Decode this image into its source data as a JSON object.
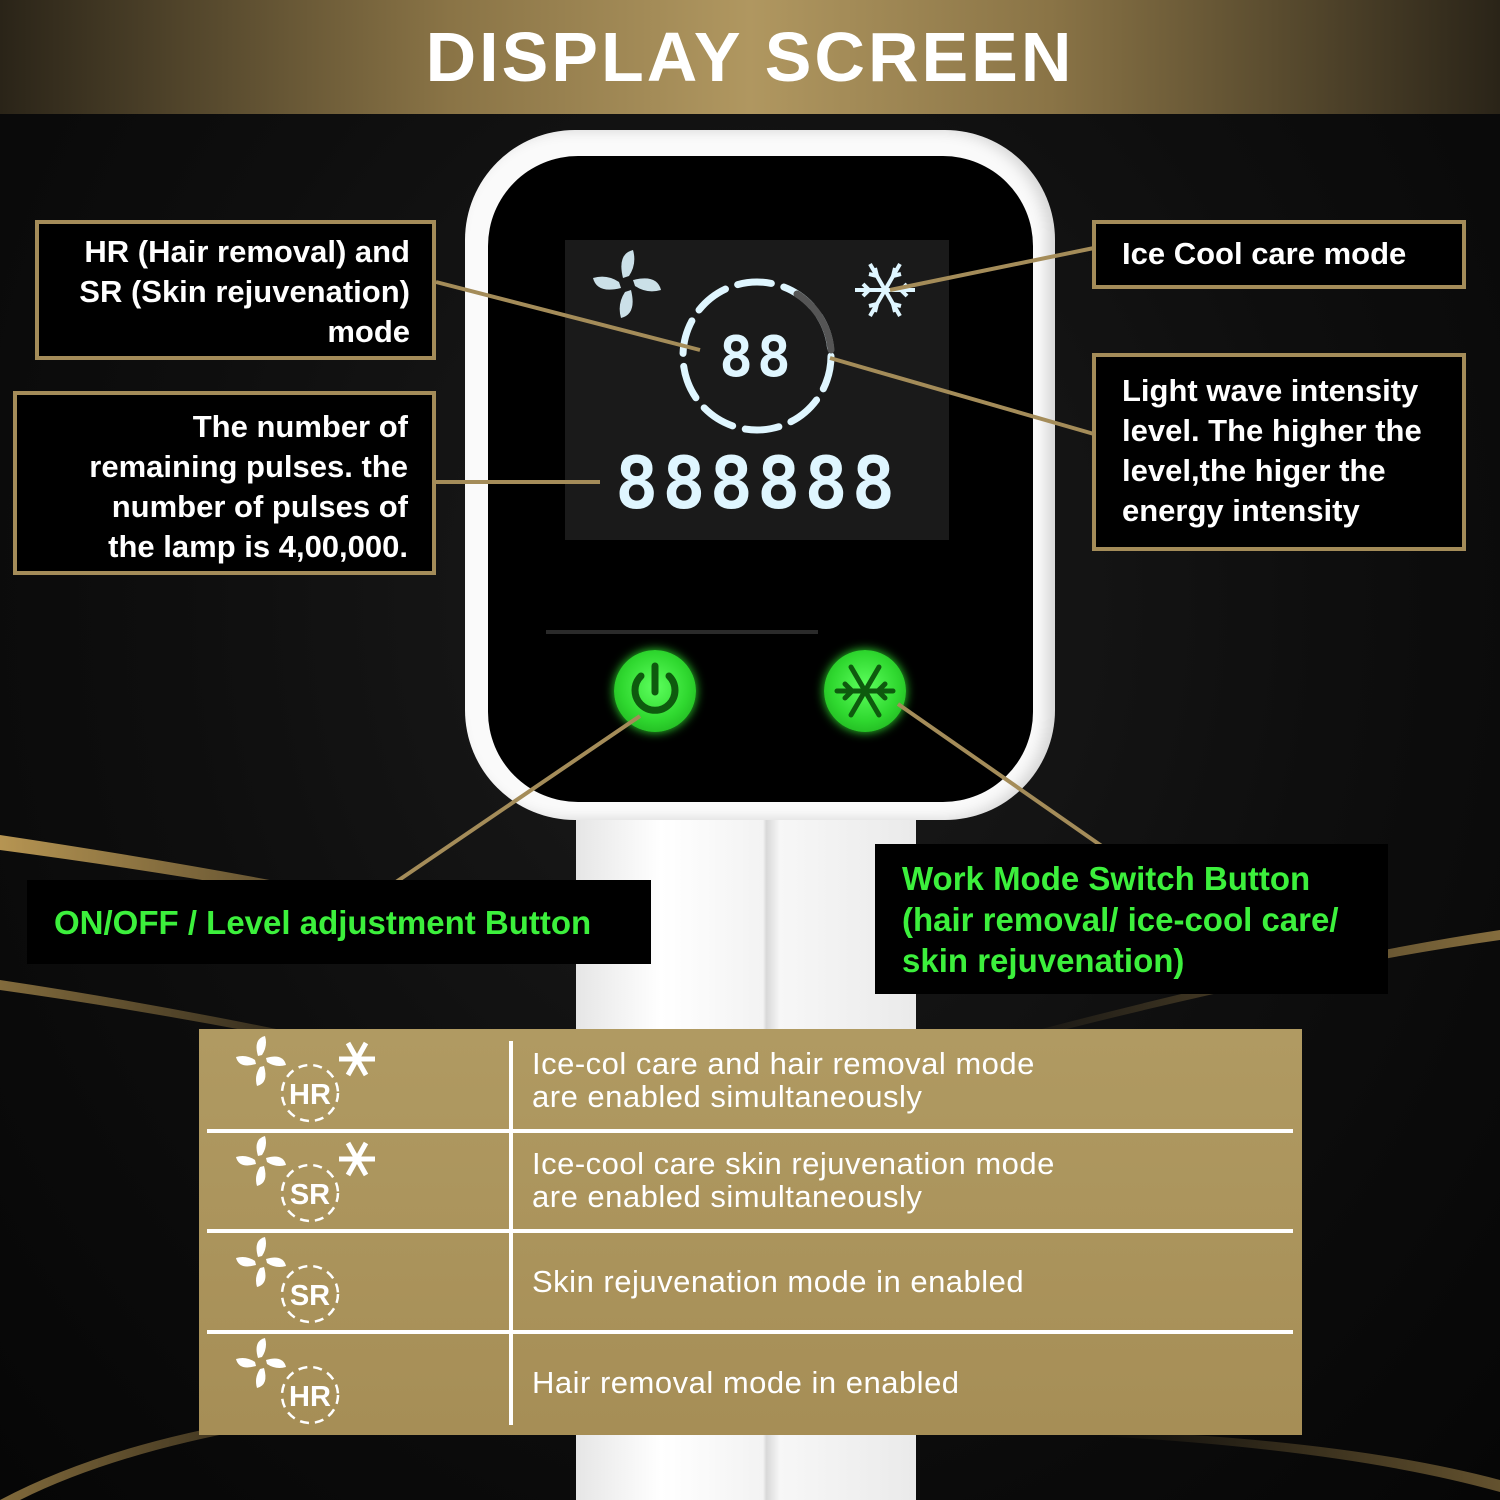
{
  "header": {
    "title": "DISPLAY SCREEN"
  },
  "callouts": {
    "hr_sr_mode": [
      "HR (Hair removal) and",
      "SR (Skin rejuvenation)",
      "mode"
    ],
    "remaining_pulses": [
      "The number of",
      "remaining pulses. the",
      "number of pulses of",
      "the lamp is 4,00,000."
    ],
    "ice_cool": "Ice Cool care mode",
    "intensity": [
      "Light wave intensity",
      "level. The higher the",
      "level,the higer the",
      "energy intensity"
    ],
    "on_off": "ON/OFF / Level adjustment Button",
    "work_mode": [
      "Work Mode Switch Button",
      "(hair removal/ ice-cool care/",
      "skin rejuvenation)"
    ]
  },
  "lcd": {
    "level_digits": "88",
    "pulse_digits": "888888"
  },
  "legend": [
    {
      "badge": "HR",
      "snowflake": true,
      "lines": [
        "Ice-col care and hair removal mode",
        "are enabled simultaneously"
      ]
    },
    {
      "badge": "SR",
      "snowflake": true,
      "lines": [
        "Ice-cool care skin rejuvenation mode",
        "are enabled simultaneously"
      ]
    },
    {
      "badge": "SR",
      "snowflake": false,
      "lines": [
        "Skin rejuvenation mode in enabled"
      ]
    },
    {
      "badge": "HR",
      "snowflake": false,
      "lines": [
        "Hair removal mode in enabled"
      ]
    }
  ],
  "colors": {
    "gold": "#a48c59",
    "green": "#3cf03c",
    "lcd_glow": "#dff6ff"
  },
  "icons": [
    "fan-icon",
    "snowflake-icon",
    "power-icon",
    "hr-badge-icon",
    "sr-badge-icon"
  ]
}
